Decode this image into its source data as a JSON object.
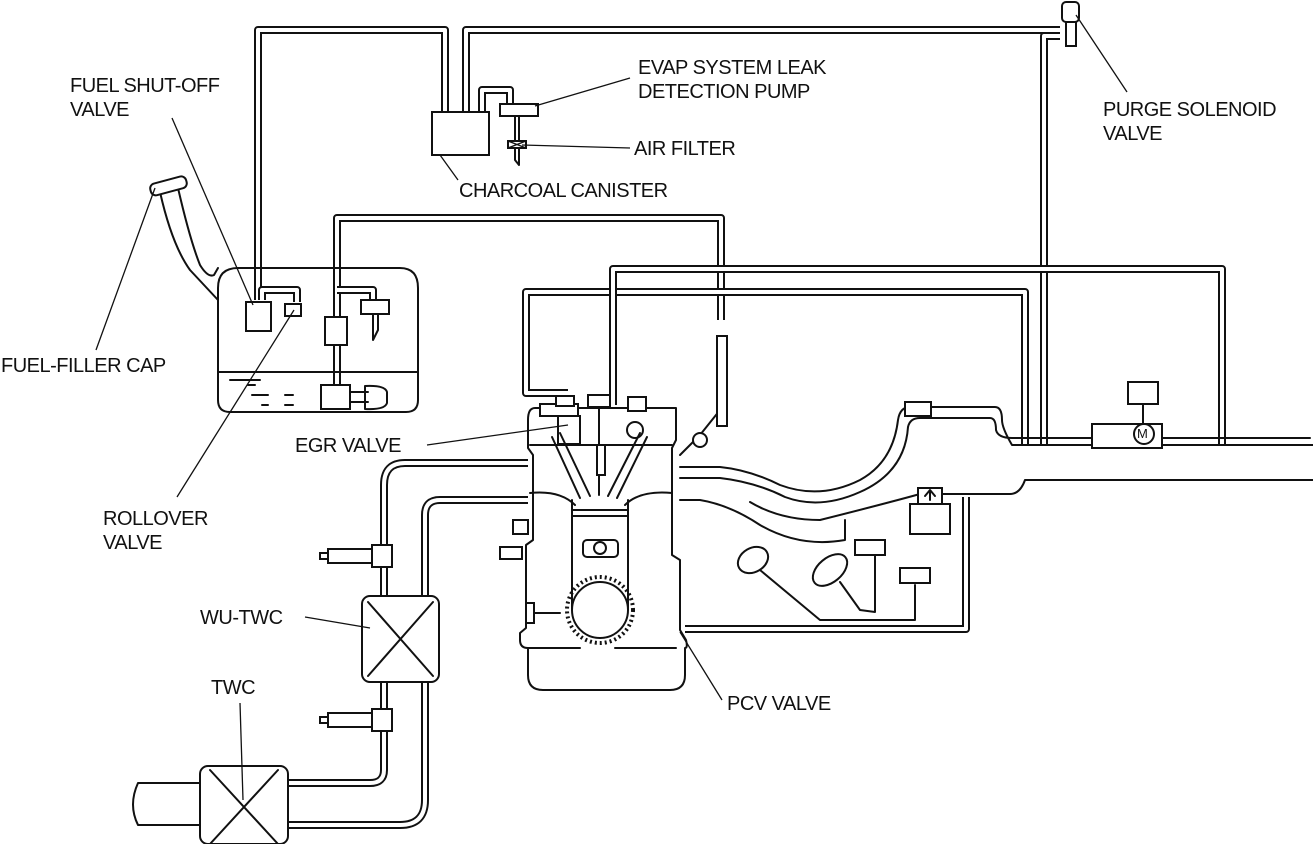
{
  "diagram": {
    "title": "Emission system schematic",
    "colors": {
      "line": "#111111",
      "background": "#ffffff"
    },
    "labels": {
      "fuel_shutoff_valve": [
        "FUEL SHUT-OFF",
        "VALVE"
      ],
      "evap_pump": [
        "EVAP SYSTEM LEAK",
        "DETECTION PUMP"
      ],
      "air_filter": "AIR FILTER",
      "charcoal_canister": "CHARCOAL CANISTER",
      "purge_solenoid_valve": [
        "PURGE SOLENOID",
        "VALVE"
      ],
      "fuel_filler_cap": "FUEL-FILLER CAP",
      "egr_valve": "EGR VALVE",
      "rollover_valve": [
        "ROLLOVER",
        "VALVE"
      ],
      "wu_twc": "WU-TWC",
      "twc": "TWC",
      "pcv_valve": "PCV VALVE",
      "motor_symbol": "M"
    }
  }
}
